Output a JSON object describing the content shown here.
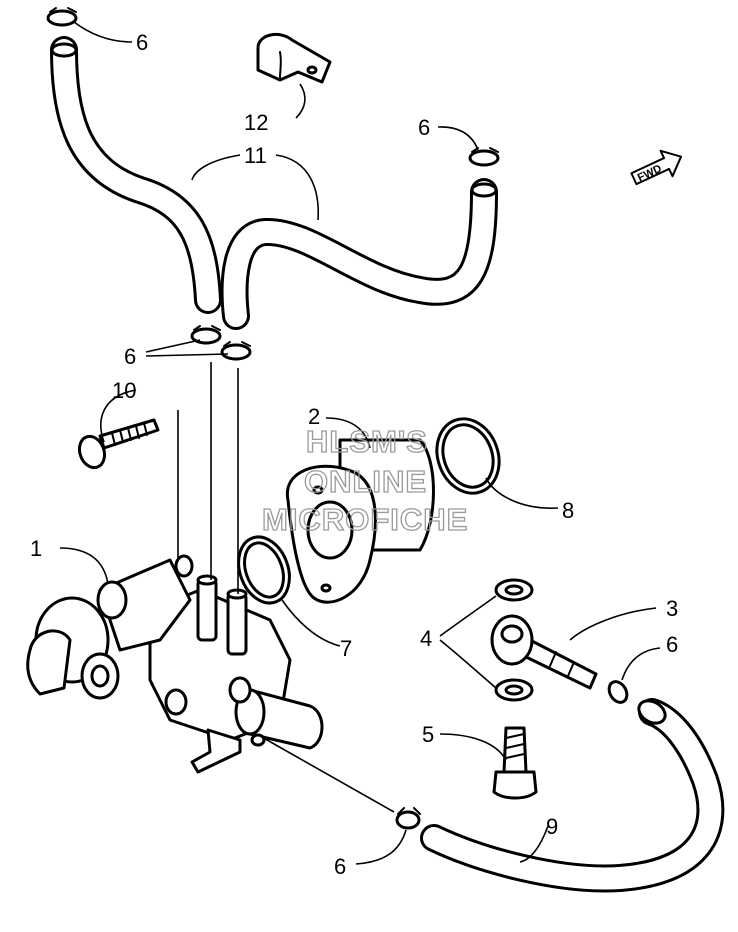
{
  "callouts": {
    "c1": "1",
    "c2": "2",
    "c3": "3",
    "c4": "4",
    "c5": "5",
    "c6": "6",
    "c7": "7",
    "c8": "8",
    "c9": "9",
    "c10": "10",
    "c11": "11",
    "c12": "12"
  },
  "watermark": {
    "line1": "HLSM'S",
    "line2": "ONLINE",
    "line3": "MICROFICHE"
  },
  "direction_arrow": {
    "label": "FWD",
    "icon": "forward-arrow-icon"
  }
}
